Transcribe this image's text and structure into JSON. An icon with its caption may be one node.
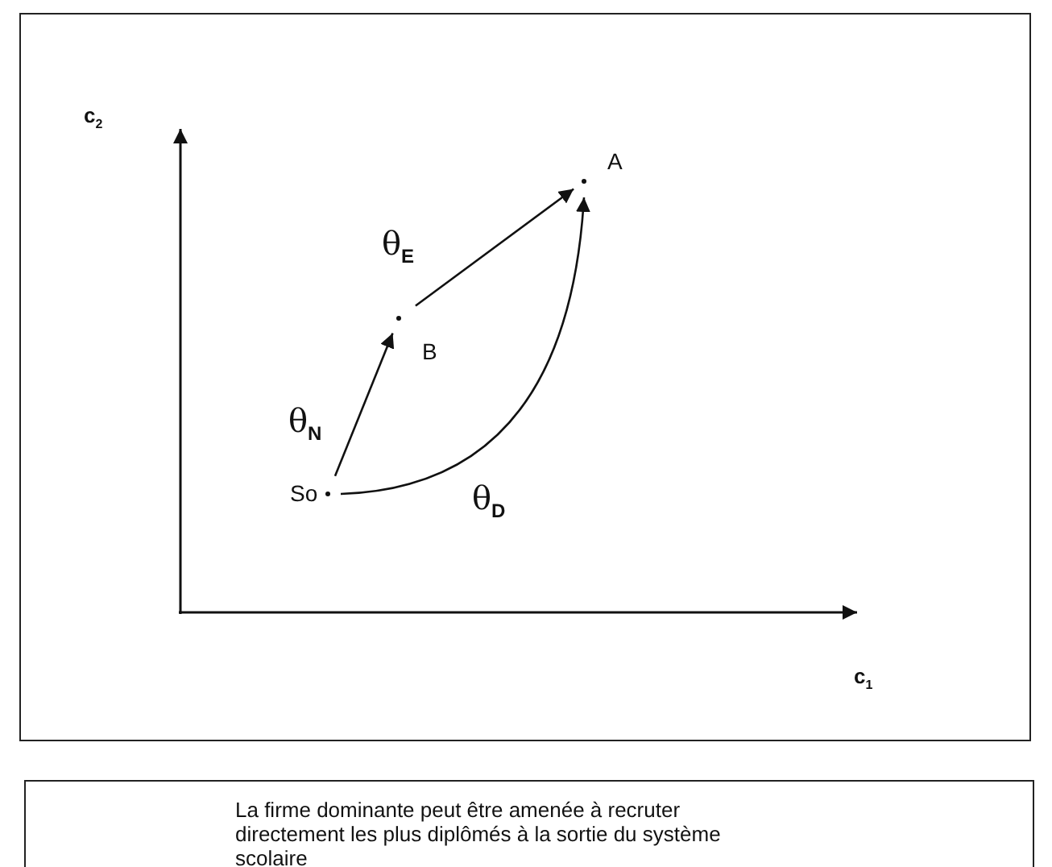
{
  "diagram": {
    "caption": "La firme dominante peut être amenée à recruter directement les plus diplômés à la sortie du système scolaire",
    "nodes": [
      {
        "text": [
          "So"
        ]
      },
      {
        "text": [
          "B"
        ]
      },
      {
        "text": [
          "A"
        ]
      }
    ],
    "edges": [
      {
        "from": 0,
        "to": 1,
        "arrow": "to",
        "label": "θ$_{N}$"
      },
      {
        "from": 1,
        "to": 2,
        "arrow": "to",
        "label": "θ$_{E}$"
      },
      {
        "from": 0,
        "to": 2,
        "arrow": "to",
        "label": "θ$_{D}$"
      }
    ],
    "labels": [
      "c$_{2}$",
      "c$_{1}$"
    ]
  }
}
